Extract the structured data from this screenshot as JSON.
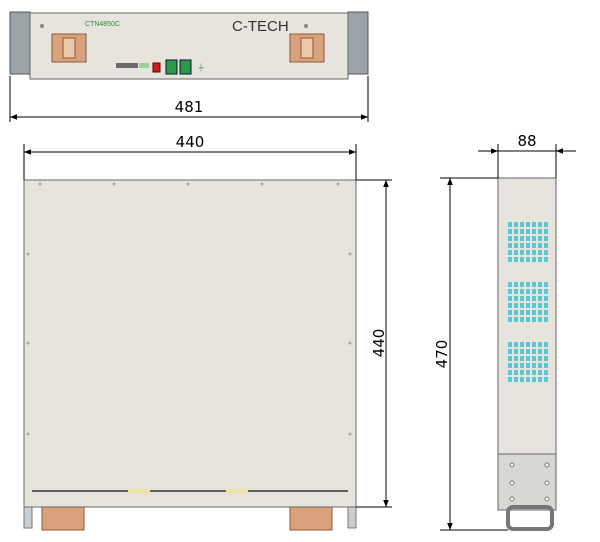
{
  "front_panel": {
    "brand": "C-TECH",
    "model": "CTN4850C"
  },
  "dimensions": {
    "rack_width": "481",
    "body_width": "440",
    "body_depth": "440",
    "side_depth": "470",
    "height": "88"
  },
  "colors": {
    "panel": "#e6e4dc",
    "ear": "#9aa3a7",
    "handle_plate": "#d9a27c",
    "vent": "#5bc6d6",
    "connector": "#2c9a45",
    "switch": "#cc2020"
  }
}
